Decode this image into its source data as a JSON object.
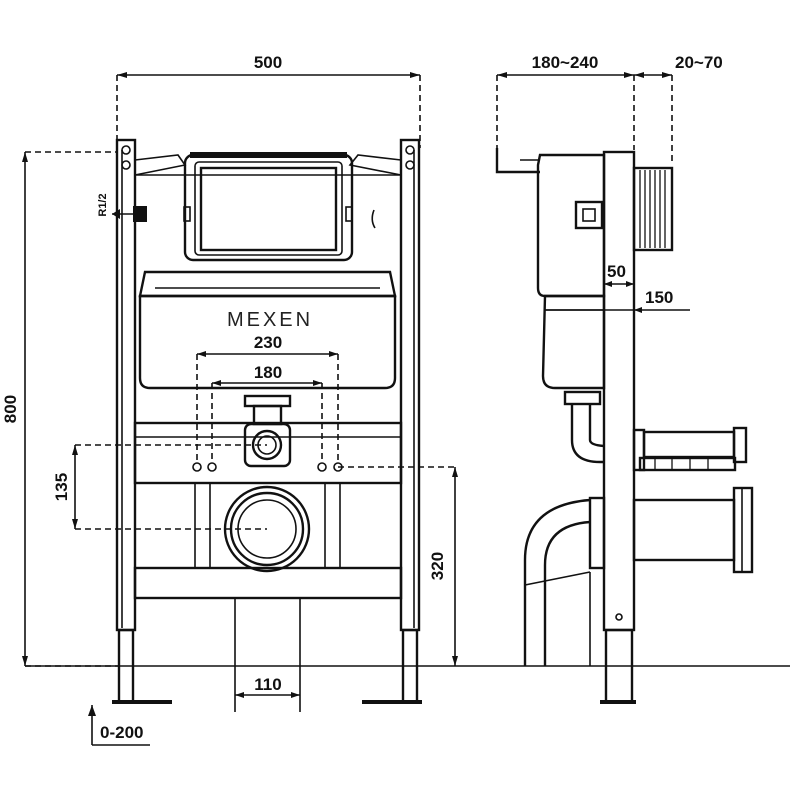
{
  "brand": "MEXEN",
  "connection_label": "R1/2",
  "dimensions": {
    "frame_width": "500",
    "frame_height": "800",
    "depth_range": "180~240",
    "wall_range": "20~70",
    "pipe_spacing_outer": "230",
    "pipe_spacing_inner": "180",
    "bolt_offset": "135",
    "drain_height": "320",
    "foot_width": "110",
    "leg_extension": "0-200",
    "profile_depth": "50",
    "total_depth": "150"
  }
}
